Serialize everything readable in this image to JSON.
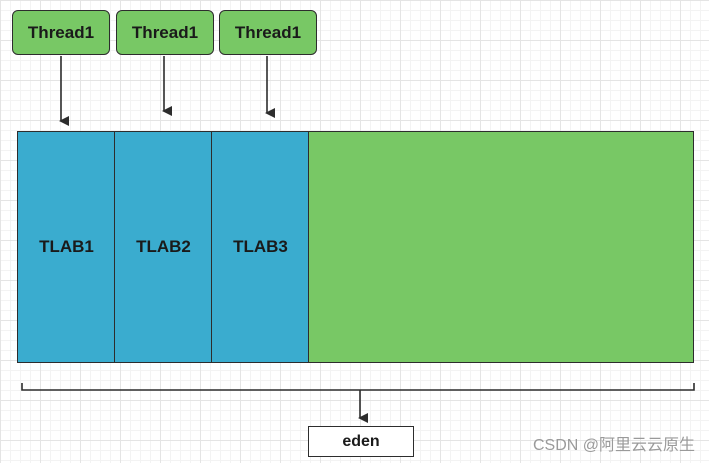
{
  "threads": [
    {
      "label": "Thread1"
    },
    {
      "label": "Thread1"
    },
    {
      "label": "Thread1"
    }
  ],
  "tlabs": [
    {
      "label": "TLAB1"
    },
    {
      "label": "TLAB2"
    },
    {
      "label": "TLAB3"
    }
  ],
  "eden": {
    "label": "eden"
  },
  "watermark": "CSDN @阿里云云原生",
  "colors": {
    "thread_fill": "#78c865",
    "tlab_fill": "#3aaccf",
    "free_fill": "#78c865",
    "stroke": "#2d2d2d"
  }
}
